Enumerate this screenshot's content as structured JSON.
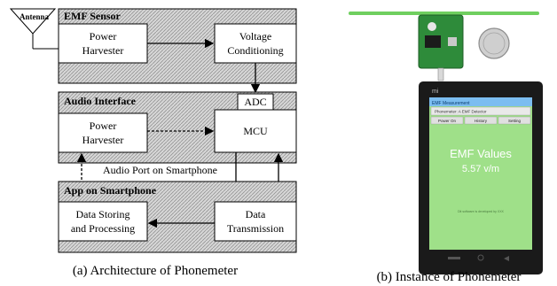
{
  "left_panel": {
    "antenna_label": "Antenna",
    "sections": {
      "emf_sensor": "EMF Sensor",
      "audio_interface": "Audio Interface",
      "app": "App on Smartphone"
    },
    "blocks": {
      "power_harvester_1": [
        "Power",
        "Harvester"
      ],
      "voltage_conditioning": [
        "Voltage",
        "Conditioning"
      ],
      "power_harvester_2": [
        "Power",
        "Harvester"
      ],
      "mcu": "MCU",
      "adc": "ADC",
      "data_storing": [
        "Data Storing",
        "and Processing"
      ],
      "data_transmission": [
        "Data",
        "Transmission"
      ]
    },
    "audio_port_label": "Audio Port on Smartphone",
    "caption": "(a) Architecture of Phonemeter"
  },
  "right_panel": {
    "phone": {
      "brand": "mi",
      "app_title": "EMF Measurement",
      "dropdown": "Phonemeter: A EMF Detector",
      "buttons": [
        "Power On",
        "History",
        "Setting"
      ],
      "reading_title": "EMF Values",
      "reading_value": "5.57 v/m",
      "footer": "Dit software is developed by XXX"
    },
    "caption": "(b) Instance of Phonemeter"
  },
  "colors": {
    "hatch": "#c9c9c9",
    "phone_screen": "#9fe089",
    "board": "#2e8b3a",
    "antenna_wire": "#6fcf5f"
  }
}
